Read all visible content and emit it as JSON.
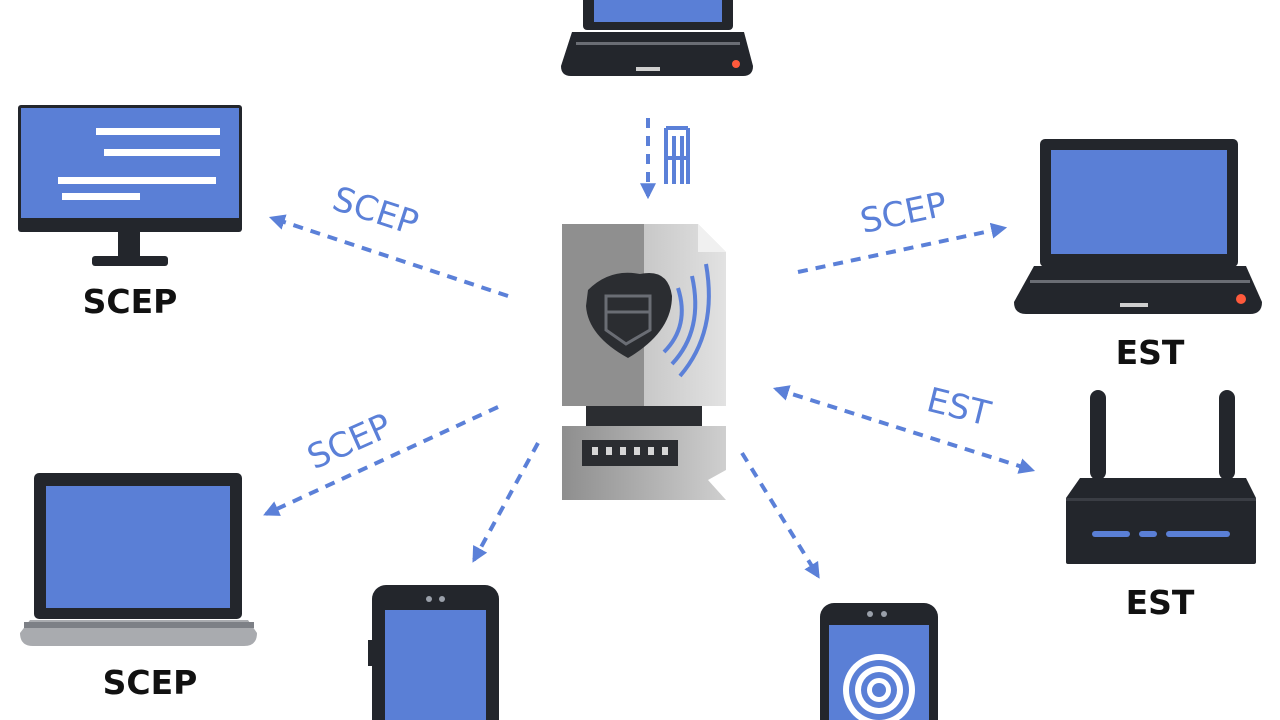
{
  "colors": {
    "screen": "#5a7fd6",
    "device_body": "#23262c",
    "arrow": "#5b80d8",
    "server_light": "#d2d2d2",
    "server_dark": "#8c8c8c",
    "led": "#ff5a3c",
    "label": "#111111"
  },
  "device_labels": {
    "desktop": "SCEP",
    "laptop_left": "SCEP",
    "laptop_right": "EST",
    "router": "EST"
  },
  "arrow_labels": {
    "to_desktop": "SCEP",
    "to_laptop_left": "SCEP",
    "to_laptop_right": "SCEP",
    "to_router": "EST"
  },
  "icons": {
    "central": "ca-server-shield-icon",
    "desktop": "desktop-monitor-icon",
    "laptops": "laptop-icon",
    "router": "router-icon",
    "phones": "smartphone-icon"
  }
}
